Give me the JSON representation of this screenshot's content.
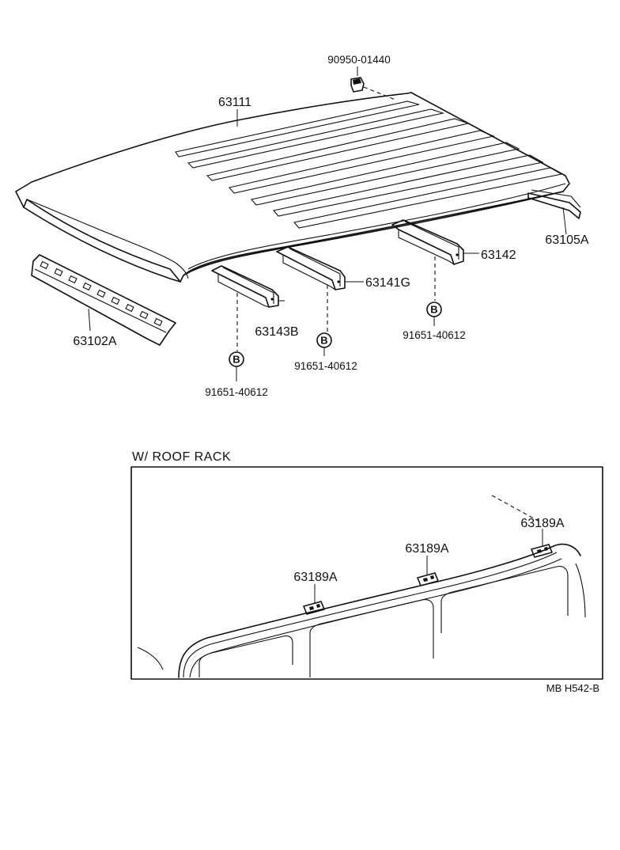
{
  "parts": {
    "clip": "90950-01440",
    "roof_panel": "63111",
    "rear_rail": "63105A",
    "front_header": "63102A",
    "bow_rear": "63142",
    "bow_middle": "63141G",
    "bow_front": "63143B",
    "bolt_rear": "91651-40612",
    "bolt_middle": "91651-40612",
    "bolt_front": "91651-40612",
    "bolt_marker": "B"
  },
  "inset": {
    "title": "W/ ROOF  RACK",
    "brackets": [
      "63189A",
      "63189A",
      "63189A"
    ]
  },
  "reference": "MB  H542-B"
}
